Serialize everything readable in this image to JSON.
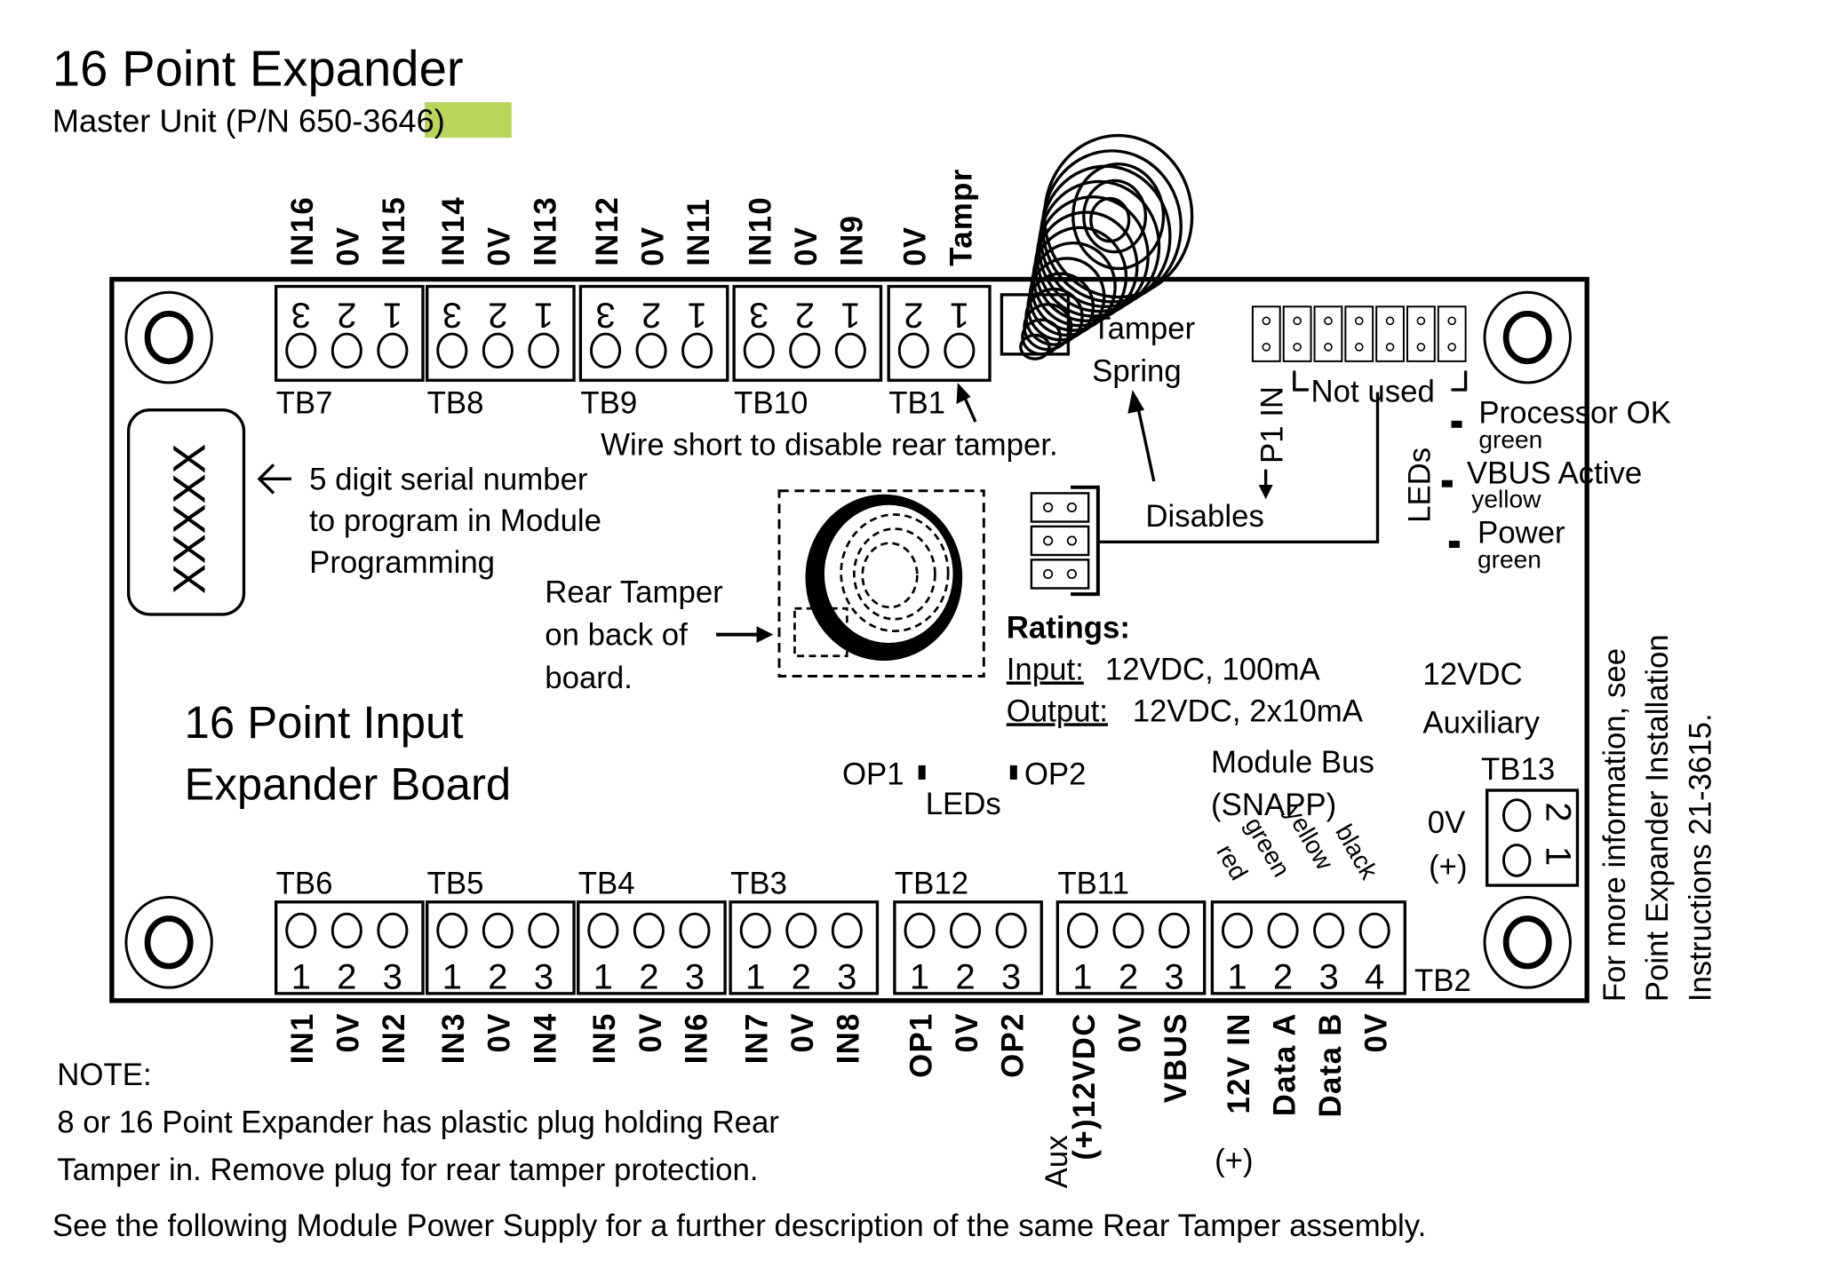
{
  "header": {
    "title": "16 Point Expander",
    "subtitle_prefix": "Master Unit (P/N 650-",
    "subtitle_highlight": "3646",
    "subtitle_suffix": ")",
    "highlight_color": "#b8d65a"
  },
  "top_terminals": [
    {
      "name": "TB7",
      "pins": [
        "3",
        "2",
        "1"
      ],
      "labels": [
        "IN16",
        "0V",
        "IN15"
      ]
    },
    {
      "name": "TB8",
      "pins": [
        "3",
        "2",
        "1"
      ],
      "labels": [
        "IN14",
        "0V",
        "IN13"
      ]
    },
    {
      "name": "TB9",
      "pins": [
        "3",
        "2",
        "1"
      ],
      "labels": [
        "IN12",
        "0V",
        "IN11"
      ]
    },
    {
      "name": "TB10",
      "pins": [
        "3",
        "2",
        "1"
      ],
      "labels": [
        "IN10",
        "0V",
        "IN9"
      ]
    },
    {
      "name": "TB1",
      "pins": [
        "2",
        "1"
      ],
      "labels": [
        "0V",
        "Tampr"
      ]
    }
  ],
  "bottom_terminals": [
    {
      "name": "TB6",
      "pins": [
        "1",
        "2",
        "3"
      ],
      "labels": [
        "IN1",
        "0V",
        "IN2"
      ]
    },
    {
      "name": "TB5",
      "pins": [
        "1",
        "2",
        "3"
      ],
      "labels": [
        "IN3",
        "0V",
        "IN4"
      ]
    },
    {
      "name": "TB4",
      "pins": [
        "1",
        "2",
        "3"
      ],
      "labels": [
        "IN5",
        "0V",
        "IN6"
      ]
    },
    {
      "name": "TB3",
      "pins": [
        "1",
        "2",
        "3"
      ],
      "labels": [
        "IN7",
        "0V",
        "IN8"
      ]
    },
    {
      "name": "TB12",
      "pins": [
        "1",
        "2",
        "3"
      ],
      "labels": [
        "OP1",
        "0V",
        "OP2"
      ]
    },
    {
      "name": "TB11",
      "pins": [
        "1",
        "2",
        "3"
      ],
      "labels": [
        "(+)12VDC",
        "0V",
        "VBUS"
      ],
      "extra_label": "Aux"
    },
    {
      "name": "TB2",
      "pins": [
        "1",
        "2",
        "3",
        "4"
      ],
      "labels": [
        "12V IN",
        "Data A",
        "Data B",
        "0V"
      ],
      "extra_label": "(+)"
    }
  ],
  "annotations": {
    "wire_short": "Wire short to disable rear tamper.",
    "tamper_spring_1": "Tamper",
    "tamper_spring_2": "Spring",
    "p1_in": "P1 IN",
    "not_used": "Not used",
    "disables": "Disables",
    "serial_placeholder": "XXXXX",
    "serial_note": [
      "5 digit serial number",
      "to program in Module",
      "Programming"
    ],
    "rear_tamper": [
      "Rear Tamper",
      "on back of",
      "board."
    ],
    "board_name": [
      "16 Point Input",
      "Expander Board"
    ],
    "op1": "OP1",
    "op2": "OP2",
    "op_leds": "LEDs",
    "module_bus": [
      "Module Bus",
      "(SNAPP)"
    ],
    "wire_colors": [
      "red",
      "green",
      "yellow",
      "black"
    ],
    "aux_title": [
      "12VDC",
      "Auxiliary"
    ],
    "tb13": {
      "name": "TB13",
      "pins": [
        "2",
        "1"
      ],
      "labels": [
        "0V",
        "(+)"
      ]
    },
    "more_info": [
      "For more information, see",
      "Point Expander Installation",
      "Instructions 21-3615."
    ]
  },
  "status_leds": {
    "group_label": "LEDs",
    "items": [
      {
        "name": "Processor OK",
        "color": "green"
      },
      {
        "name": "VBUS Active",
        "color": "yellow"
      },
      {
        "name": "Power",
        "color": "green"
      }
    ]
  },
  "ratings": {
    "title": "Ratings:",
    "input_label": "Input:",
    "input_value": "12VDC, 100mA",
    "output_label": "Output:",
    "output_value": "12VDC, 2x10mA"
  },
  "notes": {
    "note_title": "NOTE:",
    "note_lines": [
      "8 or 16 Point Expander has plastic plug holding Rear",
      "Tamper in. Remove plug for rear tamper protection."
    ],
    "footer": "See the following Module Power Supply for a further description of the same Rear Tamper assembly."
  }
}
